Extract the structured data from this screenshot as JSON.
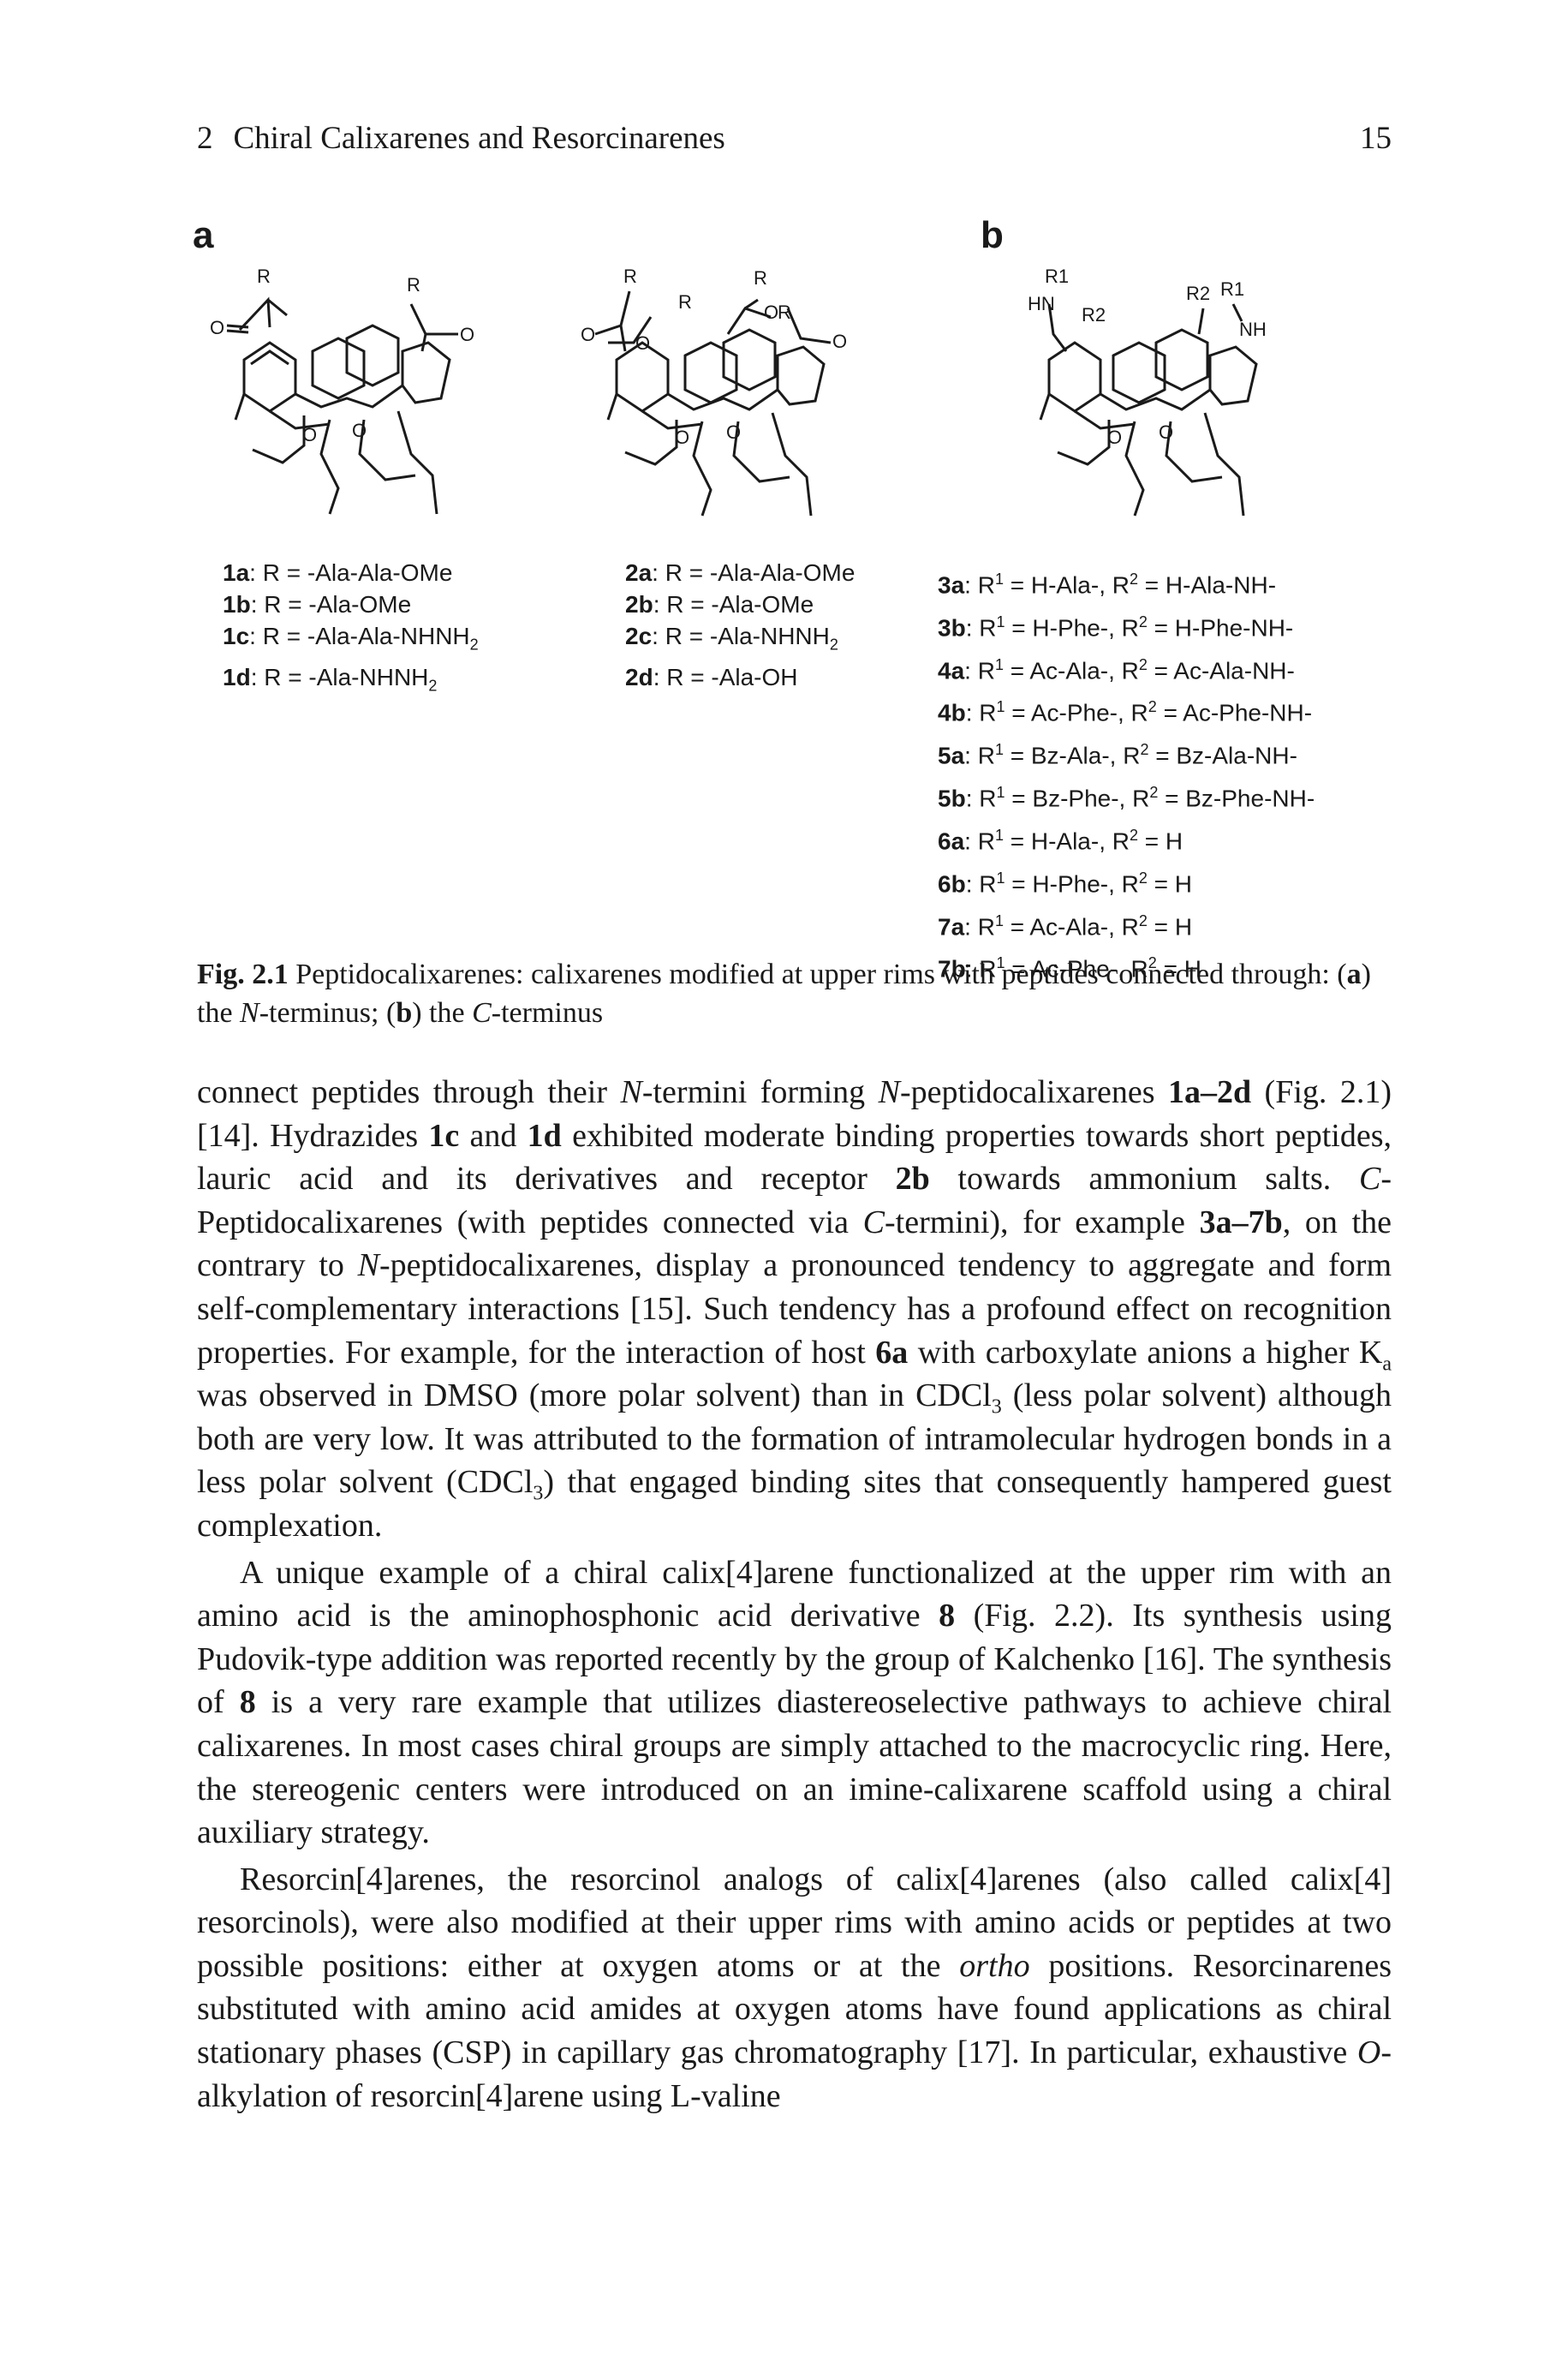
{
  "header": {
    "chapter_number": "2",
    "chapter_title": "Chiral Calixarenes and Resorcinarenes",
    "page_number": "15"
  },
  "figure": {
    "panel_a_label": "a",
    "panel_b_label": "b",
    "structure_labels": {
      "r": "R",
      "r1": "R1",
      "r2": "R2",
      "o": "O",
      "hn": "HN",
      "nh": "NH"
    },
    "series_1": [
      {
        "id": "1a",
        "sub": "R = -Ala-Ala-OMe"
      },
      {
        "id": "1b",
        "sub": "R = -Ala-OMe"
      },
      {
        "id": "1c",
        "sub": "R = -Ala-Ala-NHNH",
        "sub_index": "2"
      },
      {
        "id": "1d",
        "sub": "R = -Ala-NHNH",
        "sub_index": "2"
      }
    ],
    "series_2": [
      {
        "id": "2a",
        "sub": "R = -Ala-Ala-OMe"
      },
      {
        "id": "2b",
        "sub": "R = -Ala-OMe"
      },
      {
        "id": "2c",
        "sub": "R = -Ala-NHNH",
        "sub_index": "2"
      },
      {
        "id": "2d",
        "sub": "R = -Ala-OH"
      }
    ],
    "series_b": [
      {
        "id": "3a",
        "r1": "H-Ala-",
        "r2": "H-Ala-NH-"
      },
      {
        "id": "3b",
        "r1": "H-Phe-",
        "r2": "H-Phe-NH-"
      },
      {
        "id": "4a",
        "r1": "Ac-Ala-",
        "r2": "Ac-Ala-NH-"
      },
      {
        "id": "4b",
        "r1": "Ac-Phe-",
        "r2": "Ac-Phe-NH-"
      },
      {
        "id": "5a",
        "r1": "Bz-Ala-",
        "r2": "Bz-Ala-NH-"
      },
      {
        "id": "5b",
        "r1": "Bz-Phe-",
        "r2": "Bz-Phe-NH-"
      },
      {
        "id": "6a",
        "r1": "H-Ala-",
        "r2": "H"
      },
      {
        "id": "6b",
        "r1": "H-Phe-",
        "r2": "H"
      },
      {
        "id": "7a",
        "r1": "Ac-Ala-",
        "r2": "H"
      },
      {
        "id": "7b",
        "r1": "Ac-Phe-",
        "r2": "H"
      }
    ],
    "r1_prefix": "R",
    "r_eq": " = ",
    "sep": ", R",
    "sup1": "1",
    "sup2": "2",
    "caption": {
      "label": "Fig. 2.1",
      "text_1": " Peptidocalixarenes: calixarenes modified at upper rims with peptides connected through: (",
      "a": "a",
      "text_2": ") the ",
      "n": "N",
      "text_3": "-terminus; (",
      "b": "b",
      "text_4": ") the ",
      "c": "C",
      "text_5": "-terminus"
    }
  },
  "body": {
    "p1": {
      "t1": "connect peptides through their ",
      "n1": "N",
      "t2": "-termini forming ",
      "n2": "N",
      "t3": "-peptidocalixarenes ",
      "b1": "1a–2d",
      "t4": " (Fig. 2.1) [14]. Hydrazides ",
      "b2": "1c",
      "t5": " and ",
      "b3": "1d",
      "t6": " exhibited moderate binding properties towards short peptides, lauric acid and its derivatives and receptor ",
      "b4": "2b",
      "t7": " towards ammonium salts. ",
      "c1": "C",
      "t8": "-Peptidocalixarenes (with peptides connected via ",
      "c2": "C",
      "t9": "-termini), for example ",
      "b5": "3a–7b",
      "t10": ", on the contrary to ",
      "n3": "N",
      "t11": "-peptidocalixarenes, display a pronounced tendency to aggregate and form self-complementary interactions [15]. Such tendency has a profound effect on recognition properties. For example, for the interaction of host ",
      "b6": "6a",
      "t12": " with carboxylate anions a higher K",
      "ka_sub": "a",
      "t13": " was observed in DMSO (more polar solvent) than in CDCl",
      "cdcl_sub1": "3",
      "t14": " (less polar solvent) although both are very low. It was attributed to the formation of intramolecular hydrogen bonds in a less polar solvent (CDCl",
      "cdcl_sub2": "3",
      "t15": ") that engaged binding sites that consequently hampered guest complexation."
    },
    "p2": {
      "t1": "A unique example of a chiral calix[4]arene functionalized at the upper rim with an amino acid is the aminophosphonic acid derivative ",
      "b1": "8",
      "t2": " (Fig. 2.2). Its synthesis using Pudovik-type addition was reported recently by the group of Kalchenko [16]. The synthesis of ",
      "b2": "8",
      "t3": " is a very rare example that utilizes diastereoselective pathways to achieve chiral calixarenes. In most cases chiral groups are simply attached to the macrocyclic ring. Here, the stereogenic centers were introduced on an imine-calixarene scaffold using a chiral auxiliary strategy."
    },
    "p3": {
      "t1": "Resorcin[4]arenes, the resorcinol analogs of calix[4]arenes (also called calix[4] resorcinols), were also modified at their upper rims with amino acids or peptides at two possible positions: either at oxygen atoms or at the ",
      "i1": "ortho",
      "t2": " positions. Resorcinarenes substituted with amino acid amides at oxygen atoms have found applications as chiral stationary phases (CSP) in capillary gas chromatography [17]. In particular, exhaustive ",
      "i2": "O",
      "t3": "-alkylation of resorcin[4]arene using L-valine"
    }
  }
}
